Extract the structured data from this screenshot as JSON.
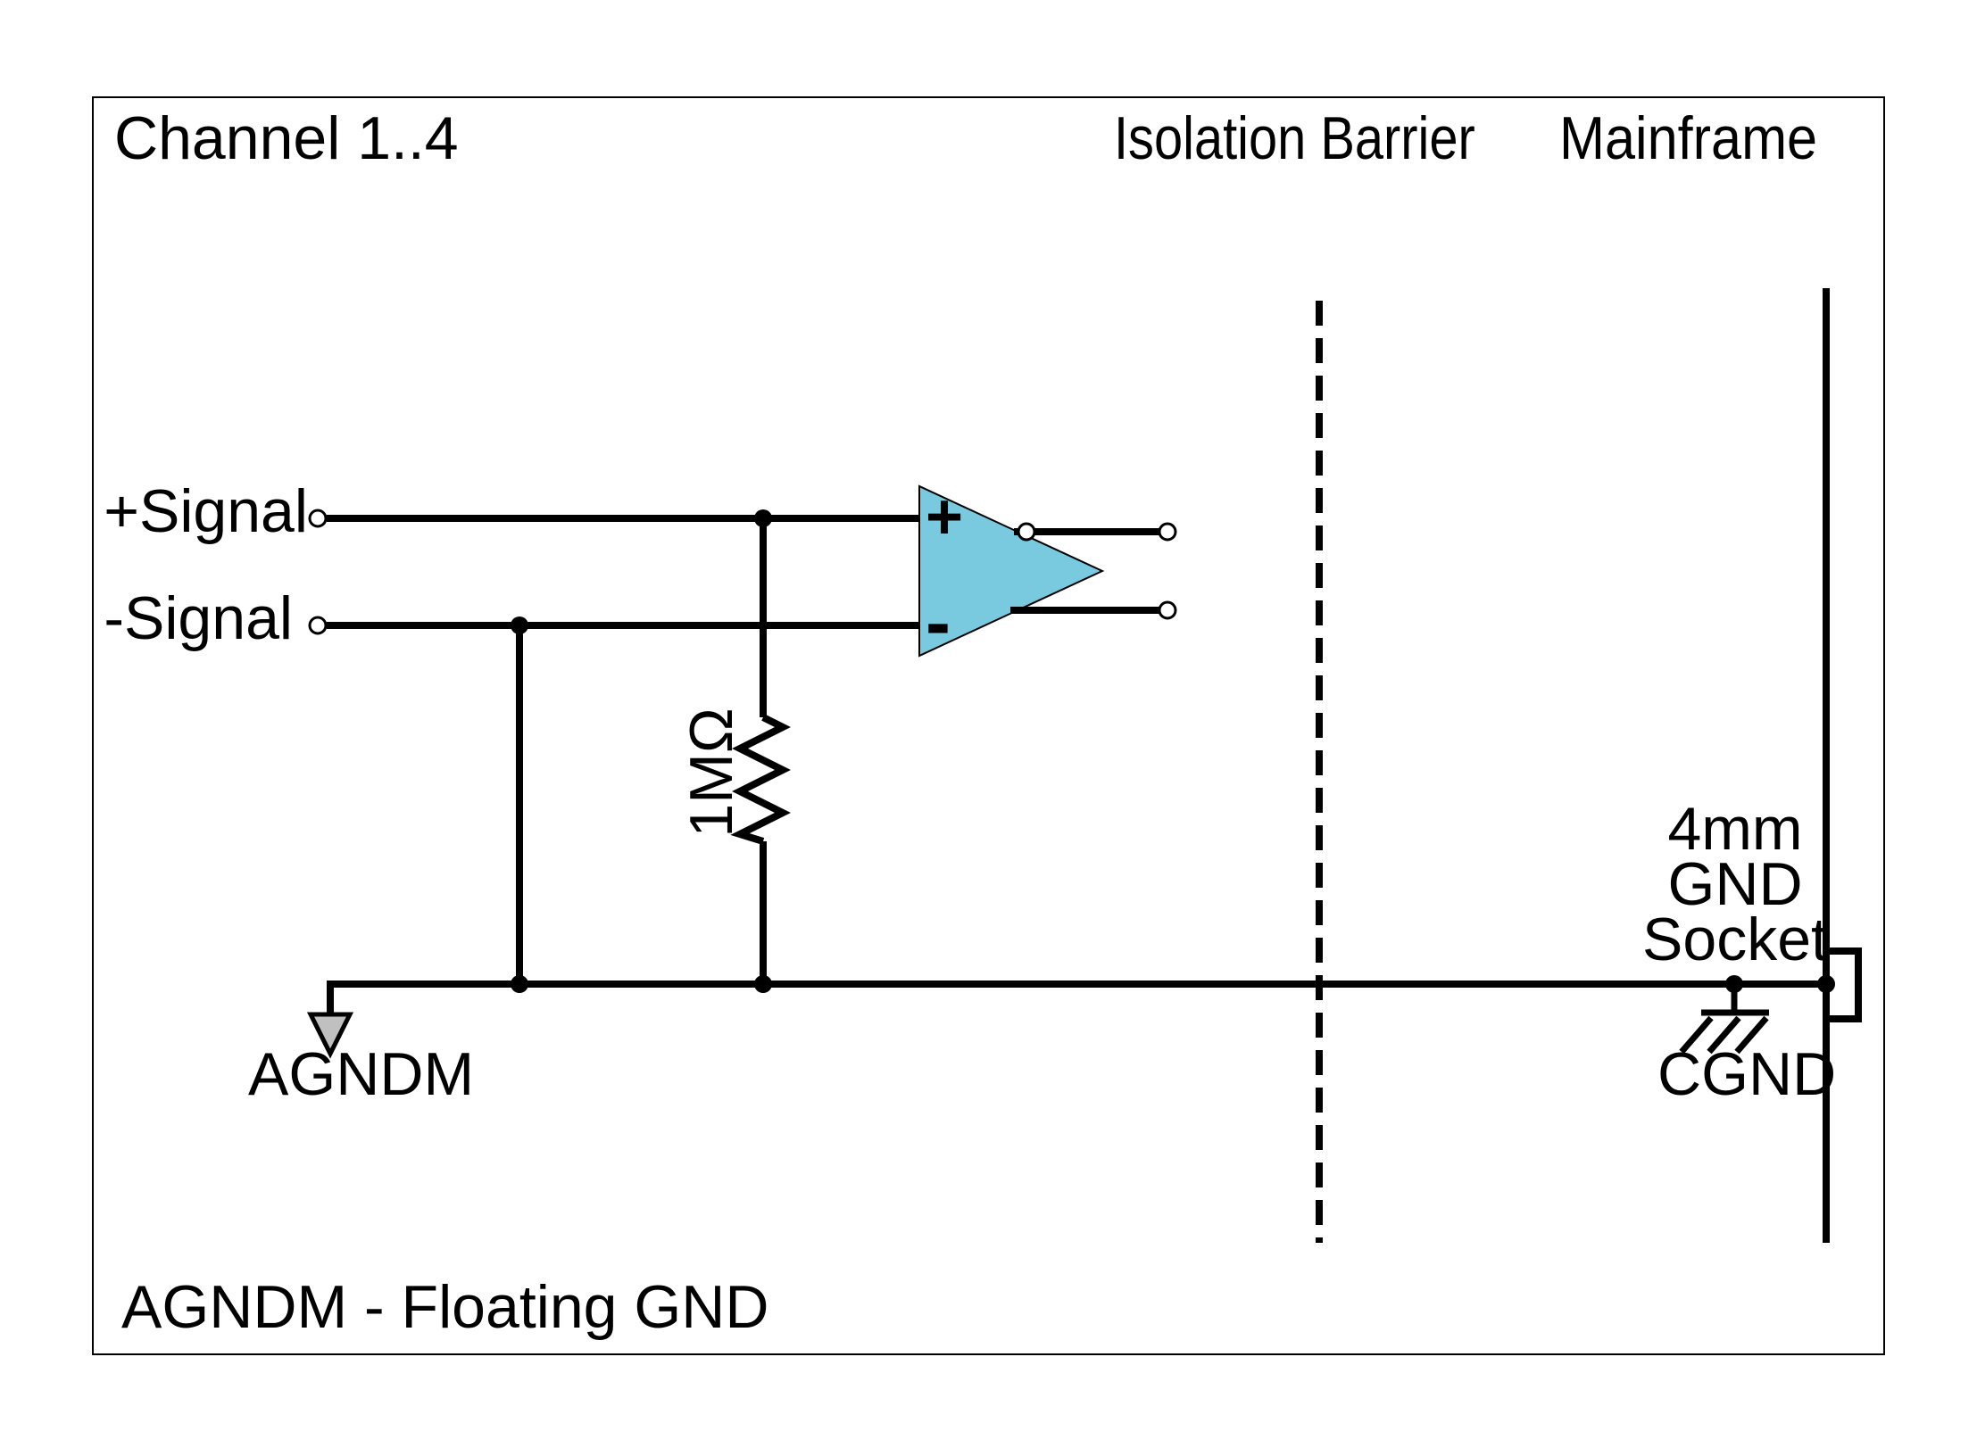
{
  "diagram": {
    "title": "Channel 1..4",
    "regions": {
      "isolation_barrier_label": "Isolation Barrier",
      "mainframe_label": "Mainframe"
    },
    "inputs": {
      "plus_label": "+Signal",
      "minus_label": "-Signal"
    },
    "opamp": {
      "noninverting_symbol": "+",
      "inverting_symbol": "-"
    },
    "resistor_value": "1MΩ",
    "grounds": {
      "floating_label": "AGNDM",
      "chassis_label": "CGND"
    },
    "socket_label_lines": [
      "4mm",
      "GND",
      "Socket"
    ],
    "footnote": "AGNDM - Floating GND",
    "colors": {
      "opamp_fill": "#79C9DF",
      "ground_arrow_fill": "#C0C0C0",
      "line_color": "#000000",
      "background": "#FFFFFF"
    }
  }
}
